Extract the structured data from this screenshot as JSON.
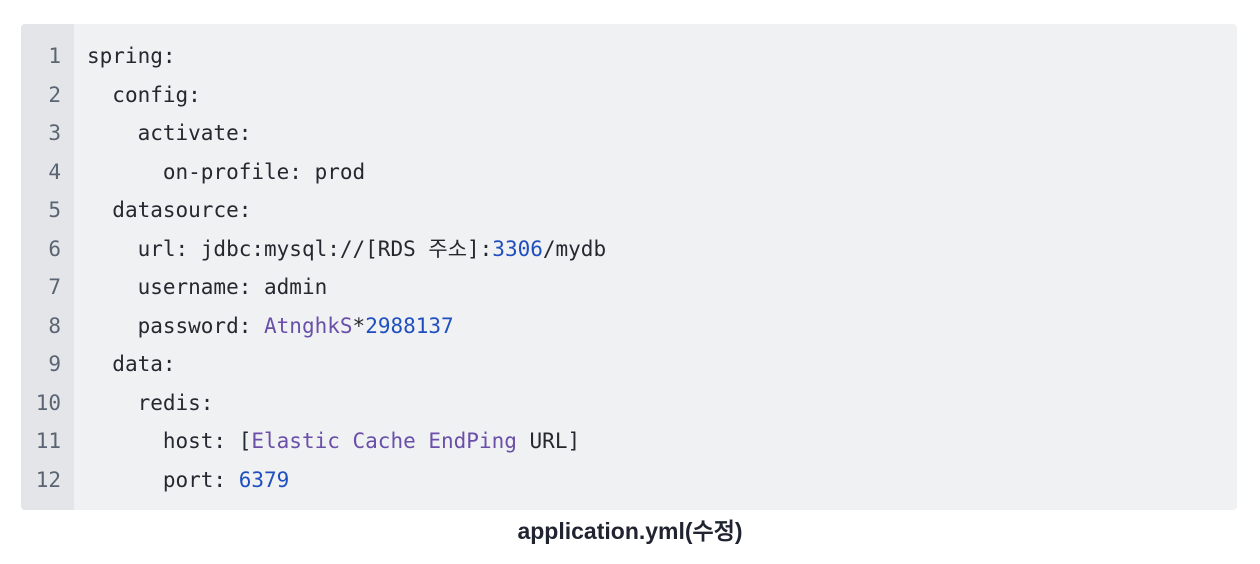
{
  "code_block": {
    "line_numbers": [
      "1",
      "2",
      "3",
      "4",
      "5",
      "6",
      "7",
      "8",
      "9",
      "10",
      "11",
      "12"
    ],
    "lines": [
      {
        "indent": "",
        "segments": [
          {
            "t": "spring:",
            "c": "plain"
          }
        ]
      },
      {
        "indent": "  ",
        "segments": [
          {
            "t": "config:",
            "c": "plain"
          }
        ]
      },
      {
        "indent": "    ",
        "segments": [
          {
            "t": "activate:",
            "c": "plain"
          }
        ]
      },
      {
        "indent": "      ",
        "segments": [
          {
            "t": "on-profile: prod",
            "c": "plain"
          }
        ]
      },
      {
        "indent": "  ",
        "segments": [
          {
            "t": "datasource:",
            "c": "plain"
          }
        ]
      },
      {
        "indent": "    ",
        "segments": [
          {
            "t": "url: jdbc:mysql://[RDS 주소]:",
            "c": "plain"
          },
          {
            "t": "3306",
            "c": "num"
          },
          {
            "t": "/mydb",
            "c": "plain"
          }
        ]
      },
      {
        "indent": "    ",
        "segments": [
          {
            "t": "username: admin",
            "c": "plain"
          }
        ]
      },
      {
        "indent": "    ",
        "segments": [
          {
            "t": "password: ",
            "c": "plain"
          },
          {
            "t": "AtnghkS",
            "c": "str"
          },
          {
            "t": "*",
            "c": "plain"
          },
          {
            "t": "2988137",
            "c": "num"
          }
        ]
      },
      {
        "indent": "  ",
        "segments": [
          {
            "t": "data:",
            "c": "plain"
          }
        ]
      },
      {
        "indent": "    ",
        "segments": [
          {
            "t": "redis:",
            "c": "plain"
          }
        ]
      },
      {
        "indent": "      ",
        "segments": [
          {
            "t": "host: [",
            "c": "plain"
          },
          {
            "t": "Elastic Cache EndPing",
            "c": "str"
          },
          {
            "t": " URL]",
            "c": "plain"
          }
        ]
      },
      {
        "indent": "      ",
        "segments": [
          {
            "t": "port: ",
            "c": "plain"
          },
          {
            "t": "6379",
            "c": "num"
          }
        ]
      }
    ]
  },
  "caption": "application.yml(수정)",
  "colors": {
    "number": "#1f4fbf",
    "string": "#6a4fa8",
    "text": "#24292f",
    "gutter_bg": "#e3e5e8",
    "code_bg": "#f0f1f3"
  }
}
